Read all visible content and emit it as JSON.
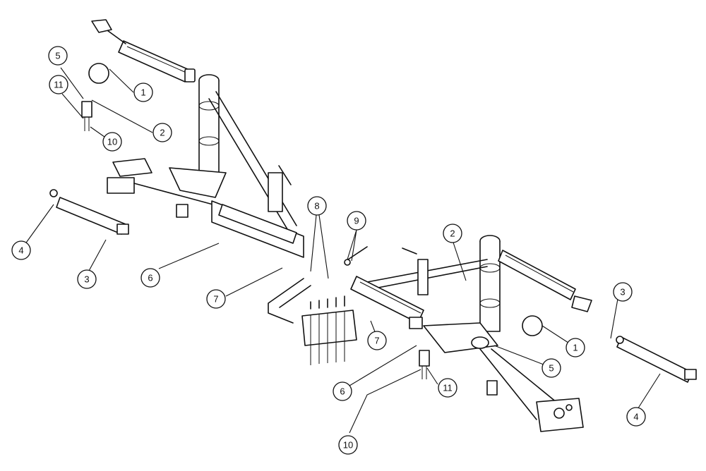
{
  "callouts": {
    "c1a": "1",
    "c2a": "2",
    "c5a": "5",
    "c11a": "11",
    "c10a": "10",
    "c4a": "4",
    "c3a": "3",
    "c6a": "6",
    "c7a": "7",
    "c8": "8",
    "c9": "9",
    "c2b": "2",
    "c3b": "3",
    "c1b": "1",
    "c7b": "7",
    "c5b": "5",
    "c6b": "6",
    "c11b": "11",
    "c4b": "4",
    "c10b": "10"
  }
}
